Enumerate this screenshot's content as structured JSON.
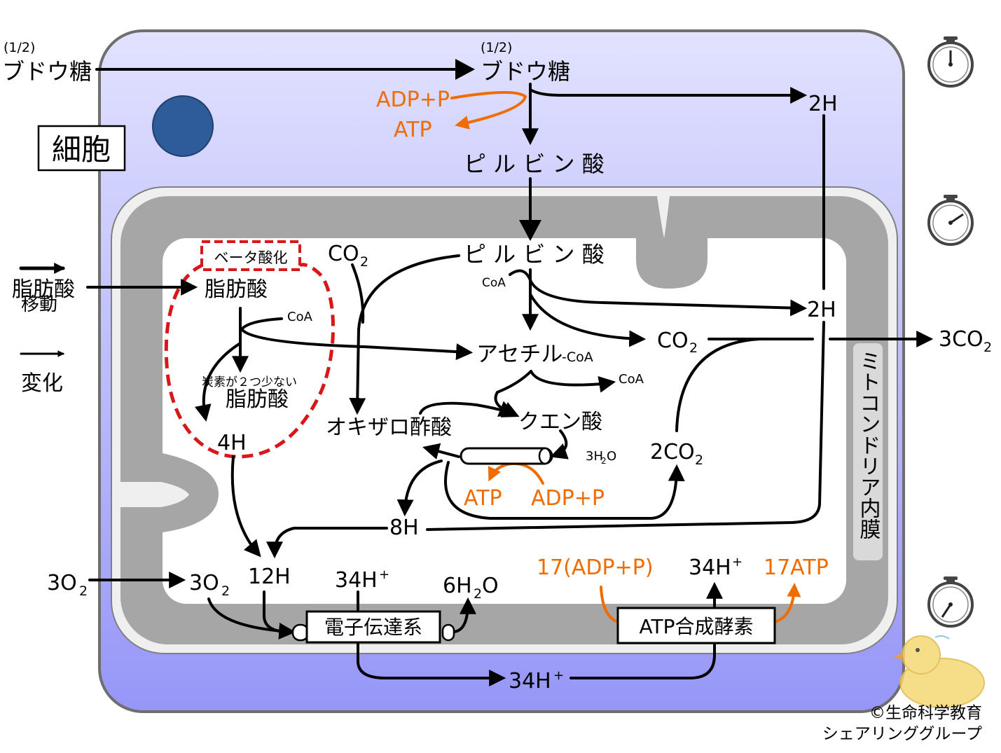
{
  "labels": {
    "glucose_fraction_outside": "(1/2)",
    "glucose_outside": "ブドウ糖",
    "glucose_fraction_inside": "(1/2)",
    "glucose_inside": "ブドウ糖",
    "adp_p_top": "ADP+P",
    "atp_top": "ATP",
    "pyruvate_cytoplasm": "ピ ル ビ ン 酸",
    "two_h_top": "2H",
    "cell_label": "細胞",
    "beta_oxidation": "ベータ酸化",
    "co2_top_left": "CO",
    "co2_top_left_sub": "2",
    "pyruvate_mito": "ピ ル ビ ン 酸",
    "coa_pyruvate": "CoA",
    "legend_move_line1": "脂肪酸",
    "legend_move_line2": "移動",
    "legend_change": "変化",
    "fatty_acid": "脂肪酸",
    "coa_fatty": "CoA",
    "two_h_mid": "2H",
    "acetyl_main": "アセチル",
    "acetyl_suffix": "-CoA",
    "co2_mid": "CO",
    "co2_mid_sub": "2",
    "three_co2_out": "3CO",
    "three_co2_out_sub": "2",
    "coa_acetyl": "CoA",
    "short_fatty_small": "炭素が２つ少ない",
    "short_fatty": "脂肪酸",
    "oxaloacetate": "オキザロ酢酸",
    "citrate": "クエン酸",
    "four_h": "4H",
    "three_h2o_a": "3H",
    "three_h2o_sub": "2",
    "three_h2o_b": "O",
    "two_co2": "2CO",
    "two_co2_sub": "2",
    "atp_cycle": "ATP",
    "adp_p_cycle": "ADP+P",
    "mito_inner_membrane": "ミトコンドリア内膜",
    "eight_h": "8H",
    "o2_outside": "3O",
    "o2_outside_sub": "2",
    "o2_inside": "3O",
    "o2_inside_sub": "2",
    "twelve_h": "12H",
    "h_plus_etc": "34H",
    "h_plus_sup": "+",
    "water": "6H",
    "water_sub": "2",
    "water_tail": "O",
    "adp_p_17": "17(ADP+P)",
    "h_plus_synthase": "34H",
    "atp_17": "17ATP",
    "etc": "電子伝達系",
    "atp_synthase": "ATP合成酵素",
    "h_plus_bottom": "34H",
    "copyright_line1": "©生命科学教育",
    "copyright_line2": "シェアリンググループ"
  },
  "icons": [
    "stopwatch-icon",
    "stopwatch-icon",
    "stopwatch-icon",
    "duck-illustration",
    "nucleus"
  ],
  "colors": {
    "cytoplasm_top": "#e0e0ff",
    "cytoplasm_bottom": "#9898fa",
    "cell_border": "#6e6e6e",
    "mito_membrane": "#a6a6a6",
    "nucleus": "#2e5c9a",
    "beta_oxidation": "#d81818",
    "energy": "#ef6c00",
    "arrow": "#000000"
  }
}
